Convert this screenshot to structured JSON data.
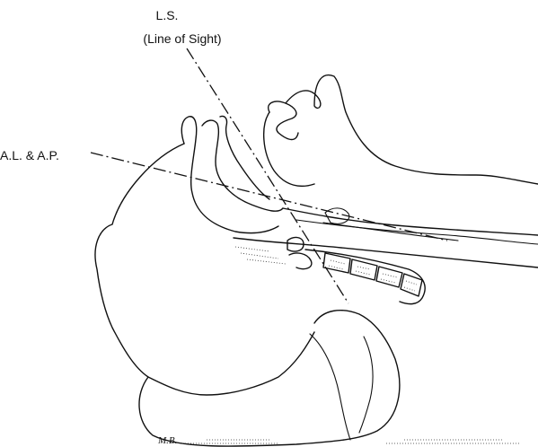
{
  "labels": {
    "line_of_sight_abbrev": "L.S.",
    "line_of_sight_full": "(Line of Sight)",
    "axes": "A.L. & A.P."
  },
  "signature": "M.B."
}
